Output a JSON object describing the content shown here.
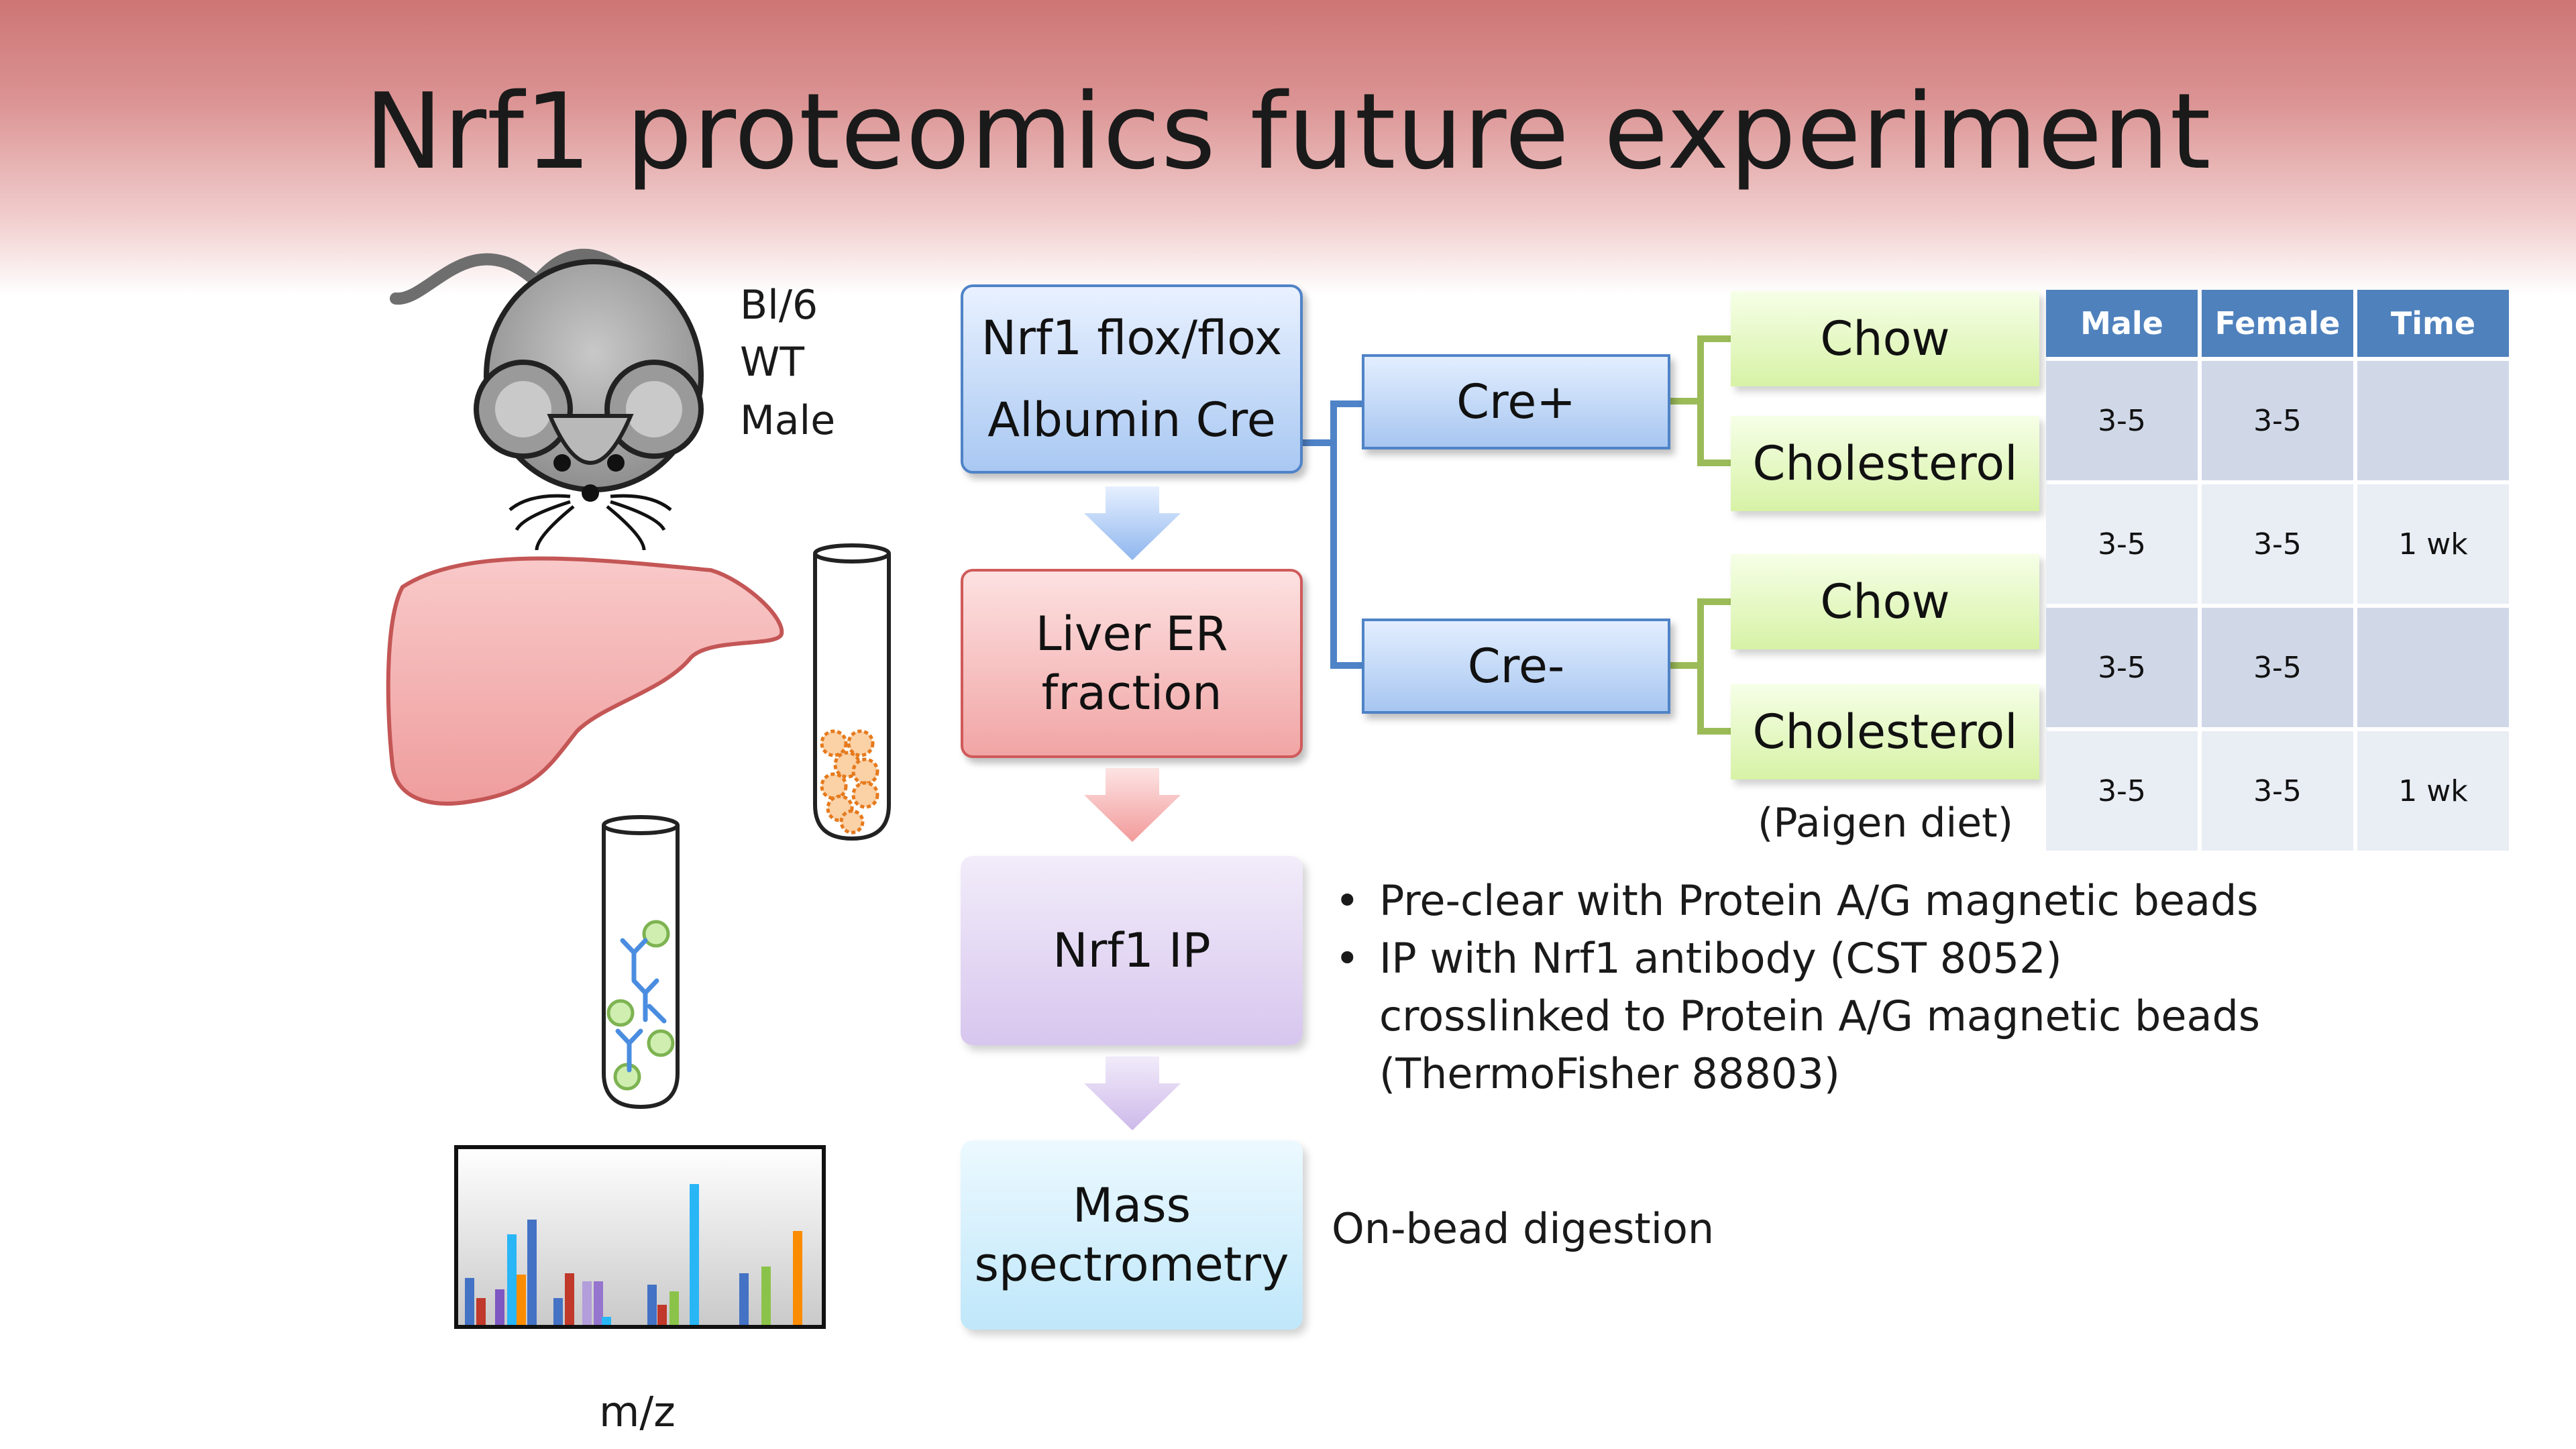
{
  "slide": {
    "title": "Nrf1 proteomics future experiment"
  },
  "mouse": {
    "label_line1": "Bl/6",
    "label_line2": "WT",
    "label_line3": "Male"
  },
  "spectrum": {
    "axis_label": "m/z"
  },
  "workflow": {
    "start_line1": "Nrf1 flox/flox",
    "start_line2": "Albumin Cre",
    "liver_line1": "Liver ER",
    "liver_line2": "fraction",
    "ip": "Nrf1 IP",
    "ms_line1": "Mass",
    "ms_line2": "spectrometry"
  },
  "groups": {
    "cre_plus": "Cre+",
    "cre_minus": "Cre-",
    "diet1": "Chow",
    "diet2": "Cholesterol",
    "diet3": "Chow",
    "diet4": "Cholesterol",
    "diet_note": "(Paigen diet)"
  },
  "table": {
    "headers": [
      "Male",
      "Female",
      "Time"
    ],
    "rows": [
      [
        "3-5",
        "3-5",
        ""
      ],
      [
        "3-5",
        "3-5",
        "1 wk"
      ],
      [
        "3-5",
        "3-5",
        ""
      ],
      [
        "3-5",
        "3-5",
        "1 wk"
      ]
    ]
  },
  "notes": {
    "bullet1": "Pre-clear with Protein A/G magnetic beads",
    "bullet2_line1": "IP with Nrf1 antibody (CST 8052)",
    "bullet2_line2": "crosslinked to Protein A/G magnetic beads",
    "bullet2_line3": "(ThermoFisher 88803)",
    "digestion": "On-bead digestion"
  },
  "colors": {
    "header_red": "#cd7575",
    "box_blue": "#4f83c7",
    "box_red": "#d05a5a",
    "connector_green": "#9bbb59",
    "table_header": "#4f81bd"
  },
  "icons": [
    "mouse-icon",
    "liver-icon",
    "er-tube-icon",
    "antibody-tube-icon",
    "spectrum-chart-icon"
  ]
}
